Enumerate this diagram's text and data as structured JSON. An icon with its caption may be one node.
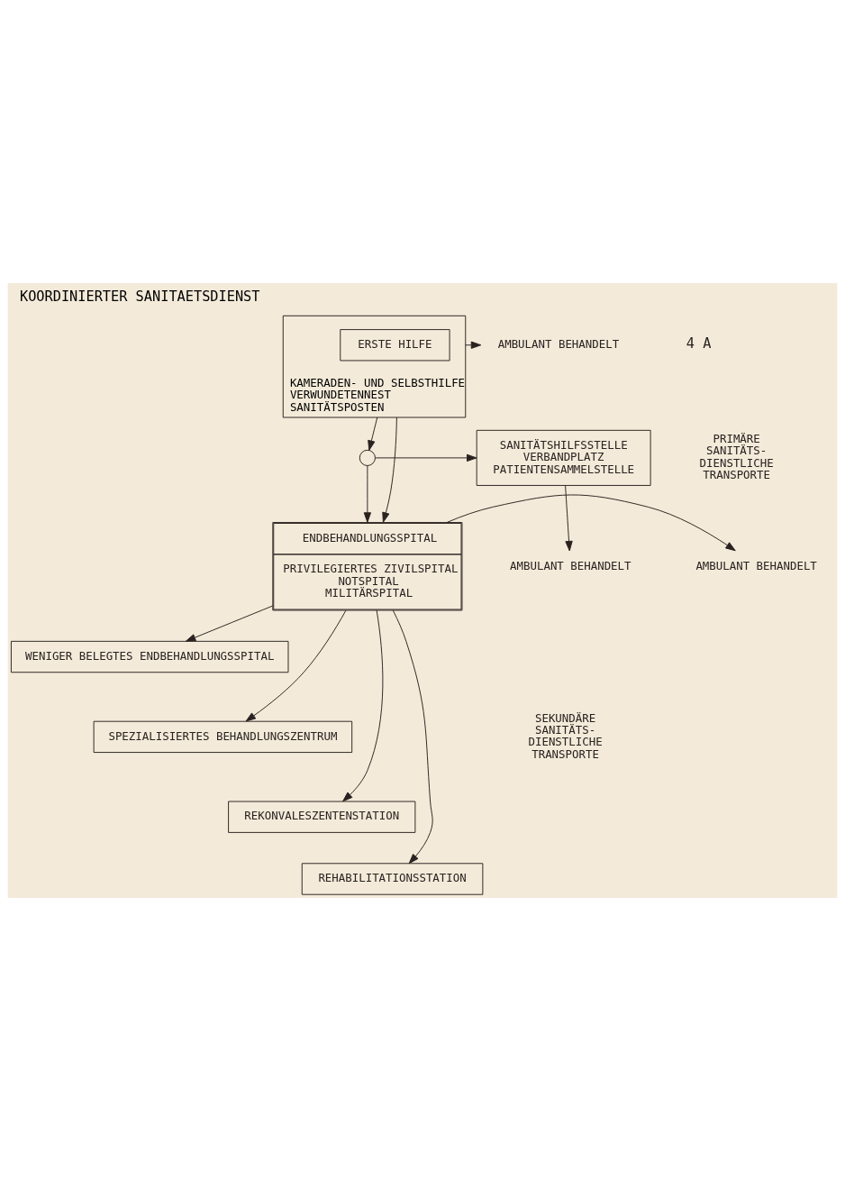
{
  "diagram": {
    "title": "KOORDINIERTER SANITAETSDIENST",
    "nodes": [
      {
        "text": [
          "KAMERADEN- UND SELBSTHILFE",
          "VERWUNDETENNEST",
          "SANITÄTSPOSTEN"
        ]
      },
      {
        "text": [
          "ERSTE HILFE"
        ],
        "in": 0
      },
      {
        "text": [
          "AMBULANT BEHANDELT"
        ]
      },
      {
        "text": [],
        "shape": "circle"
      },
      {
        "text": [
          "SANITÄTSHILFSSTELLE",
          "VERBANDPLATZ",
          "PATIENTENSAMMELSTELLE"
        ]
      },
      {
        "text": [
          "AMBULANT BEHANDELT"
        ]
      },
      {
        "text": [
          "ENDBEHANDLUNGSSPITAL",
          "PRIVILEGIERTES ZIVILSPITAL",
          "NOTSPITAL",
          "MILITÄRSPITAL"
        ]
      },
      {
        "text": [
          "AMBULANT BEHANDELT"
        ]
      },
      {
        "text": [
          "WENIGER BELEGTES ENDBEHANDLUNGSSPITAL"
        ]
      },
      {
        "text": [
          "SPEZIALISIERTES BEHANDLUNGSZENTRUM"
        ]
      },
      {
        "text": [
          "REKONVALESZENTENSTATION"
        ]
      },
      {
        "text": [
          "REHABILITATIONSSTATION"
        ]
      }
    ],
    "edges": [
      {
        "from": 0,
        "to": 2,
        "arrow": "to"
      },
      {
        "from": 0,
        "to": 3,
        "arrow": "to"
      },
      {
        "from": 3,
        "to": 4,
        "arrow": "to"
      },
      {
        "from": 3,
        "to": 6,
        "arrow": "to"
      },
      {
        "from": 0,
        "to": 6,
        "arrow": "to"
      },
      {
        "from": 4,
        "to": 5,
        "arrow": "to"
      },
      {
        "from": 6,
        "to": 7,
        "arrow": "to"
      },
      {
        "from": 6,
        "to": 8,
        "arrow": "to"
      },
      {
        "from": 6,
        "to": 9,
        "arrow": "to"
      },
      {
        "from": 6,
        "to": 10,
        "arrow": "to"
      },
      {
        "from": 6,
        "to": 11,
        "arrow": "to"
      }
    ],
    "labels": [
      "4 A",
      "PRIMÄRE SANITÄTS- DIENSTLICHE TRANSPORTE",
      "SEKUNDÄRE SANITÄTS- DIENSTLICHE TRANSPORTE"
    ]
  }
}
